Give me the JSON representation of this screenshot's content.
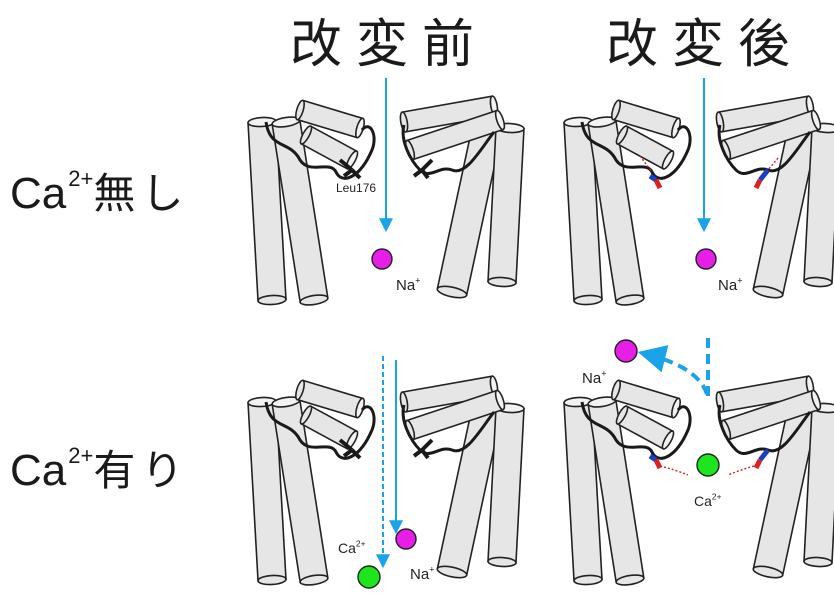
{
  "headings": {
    "before": "改変前",
    "after": "改変後"
  },
  "rows": [
    {
      "prefix": "Ca",
      "sup": "2+",
      "suffix": "無し"
    },
    {
      "prefix": "Ca",
      "sup": "2+",
      "suffix": "有り"
    }
  ],
  "labels": {
    "residue": "Leu176",
    "na": "Na",
    "na_sup": "+",
    "ca": "Ca",
    "ca_sup": "2+"
  },
  "colors": {
    "arrow": "#1aa3e8",
    "sodium": "#e61ee6",
    "calcium": "#1ee61e",
    "helix_fill": "#e6e6e6",
    "outline": "#222222",
    "oxygen": "#e02020",
    "nitrogen": "#1a3fc4"
  }
}
